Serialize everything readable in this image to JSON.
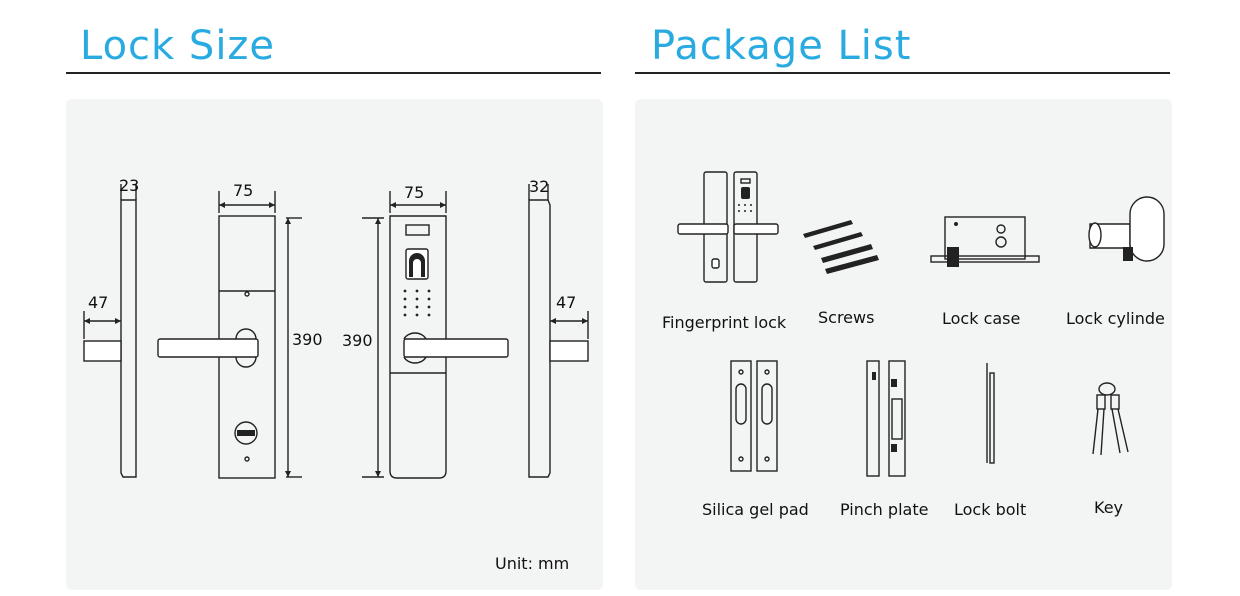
{
  "left": {
    "title": "Lock Size",
    "unit_note": "Unit: mm",
    "dimensions": {
      "side_left_thickness": "23",
      "side_left_handle": "47",
      "back_width": "75",
      "back_height": "390",
      "front_height": "390",
      "front_width": "75",
      "side_right_thickness": "32",
      "side_right_handle": "47"
    }
  },
  "right": {
    "title": "Package List",
    "items": [
      {
        "label": "Fingerprint lock",
        "icon": "fingerprint-lock-icon"
      },
      {
        "label": "Screws",
        "icon": "screws-icon"
      },
      {
        "label": "Lock case",
        "icon": "lock-case-icon"
      },
      {
        "label": "Lock cylinde",
        "icon": "lock-cylinder-icon"
      },
      {
        "label": "Silica gel pad",
        "icon": "silica-gel-pad-icon"
      },
      {
        "label": "Pinch plate",
        "icon": "pinch-plate-icon"
      },
      {
        "label": "Lock bolt",
        "icon": "lock-bolt-icon"
      },
      {
        "label": "Key",
        "icon": "key-icon"
      }
    ]
  },
  "colors": {
    "title": "#29abe2",
    "panel": "#f3f5f4",
    "line": "#222222"
  }
}
